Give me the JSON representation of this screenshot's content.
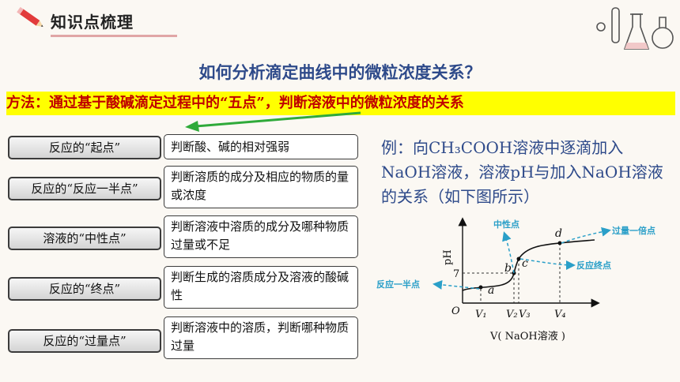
{
  "header": {
    "title": "知识点梳理"
  },
  "question": "如何分析滴定曲线中的微粒浓度关系？",
  "method": "方法：通过基于酸碱滴定过程中的“五点”，判断溶液中的微粒浓度的关系",
  "rows": [
    {
      "label": "反应的“起点”",
      "desc": "判断酸、碱的相对强弱"
    },
    {
      "label": "反应的“反应一半点”",
      "desc": "判断溶质的成分及相应的物质的量或浓度"
    },
    {
      "label": "溶液的“中性点”",
      "desc": "判断溶液中溶质的成分及哪种物质过量或不足"
    },
    {
      "label": "反应的“终点”",
      "desc": "判断生成的溶质成分及溶液的酸碱性"
    },
    {
      "label": "反应的“过量点”",
      "desc": "判断溶液中的溶质，判断哪种物质过量"
    }
  ],
  "example": "例：向CH₃COOH溶液中逐滴加入NaOH溶液，溶液pH与加入NaOH溶液的关系（如下图所示）",
  "graph": {
    "ylabel": "pH",
    "xlabel": "V( NaOH溶液 )",
    "origin": "O",
    "y_tick": "7",
    "x_ticks": [
      "V₁",
      "V₂",
      "V₃",
      "V₄"
    ],
    "points": [
      "a",
      "b",
      "c",
      "d"
    ],
    "annotations": {
      "neutral": "中性点",
      "excess_double": "过量一倍点",
      "endpoint": "反应终点",
      "half": "反应一半点"
    }
  }
}
